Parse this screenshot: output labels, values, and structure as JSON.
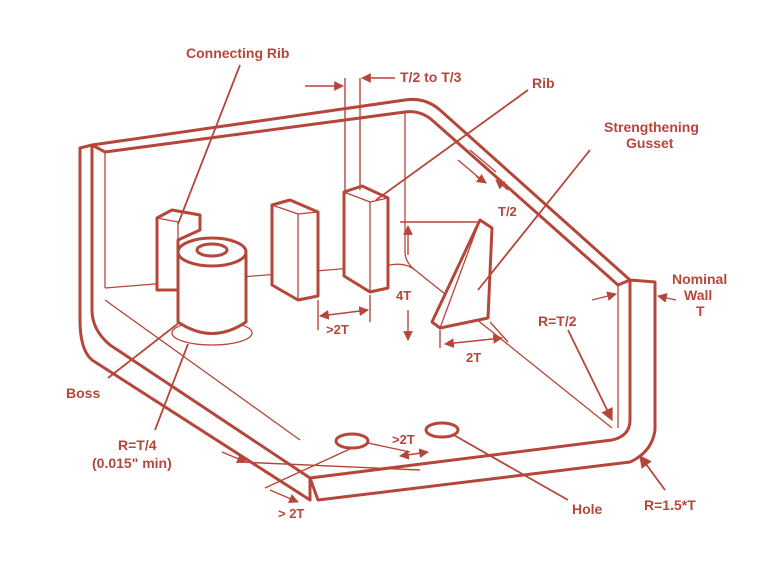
{
  "diagram": {
    "color": "#b5473a",
    "labels": {
      "connecting_rib": "Connecting Rib",
      "t2_to_t3": "T/2 to T/3",
      "rib": "Rib",
      "strengthening_gusset_line1": "Strengthening",
      "strengthening_gusset_line2": "Gusset",
      "t_half_top": "T/2",
      "nominal_wall_line1": "Nominal",
      "nominal_wall_line2": "Wall",
      "nominal_wall_line3": "T",
      "four_t": "4T",
      "gt_2t_ribs": ">2T",
      "two_t_gusset": "2T",
      "r_t2": "R=T/2",
      "boss": "Boss",
      "r_t4_line1": "R=T/4",
      "r_t4_line2": "(0.015\" min)",
      "gt_2t_holes": ">2T",
      "gt_2t_edge": "> 2T",
      "hole": "Hole",
      "r_15t": "R=1.5*T"
    }
  }
}
